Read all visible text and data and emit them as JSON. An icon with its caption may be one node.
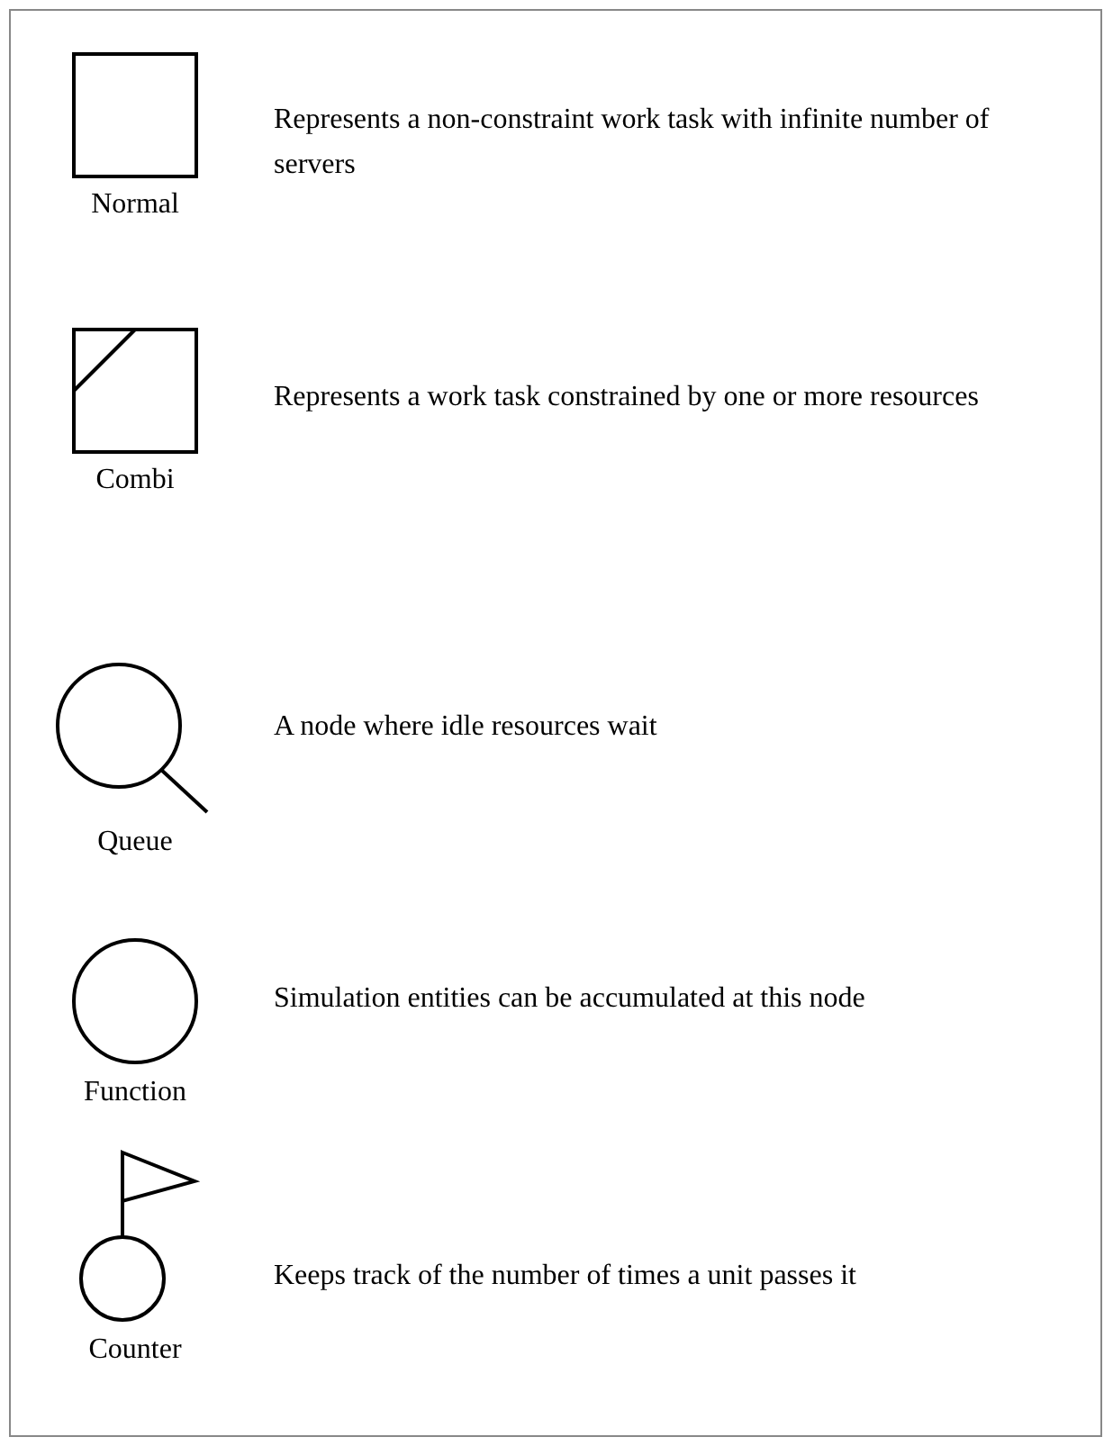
{
  "diagram": {
    "nodes": [
      {
        "text": [
          "Normal"
        ],
        "beside": [
          "Represents a non-constraint work task with infinite number of servers"
        ]
      },
      {
        "text": [
          "Combi"
        ],
        "beside": [
          "Represents a work task constrained by one or more resources"
        ]
      },
      {
        "text": [
          "Queue"
        ],
        "beside": [
          "A node where idle resources wait"
        ]
      },
      {
        "text": [
          "Function"
        ],
        "beside": [
          "Simulation entities can be accumulated at this node"
        ]
      },
      {
        "text": [
          "Counter"
        ],
        "beside": [
          "Keeps track of the number of times a unit passes it"
        ]
      }
    ]
  }
}
